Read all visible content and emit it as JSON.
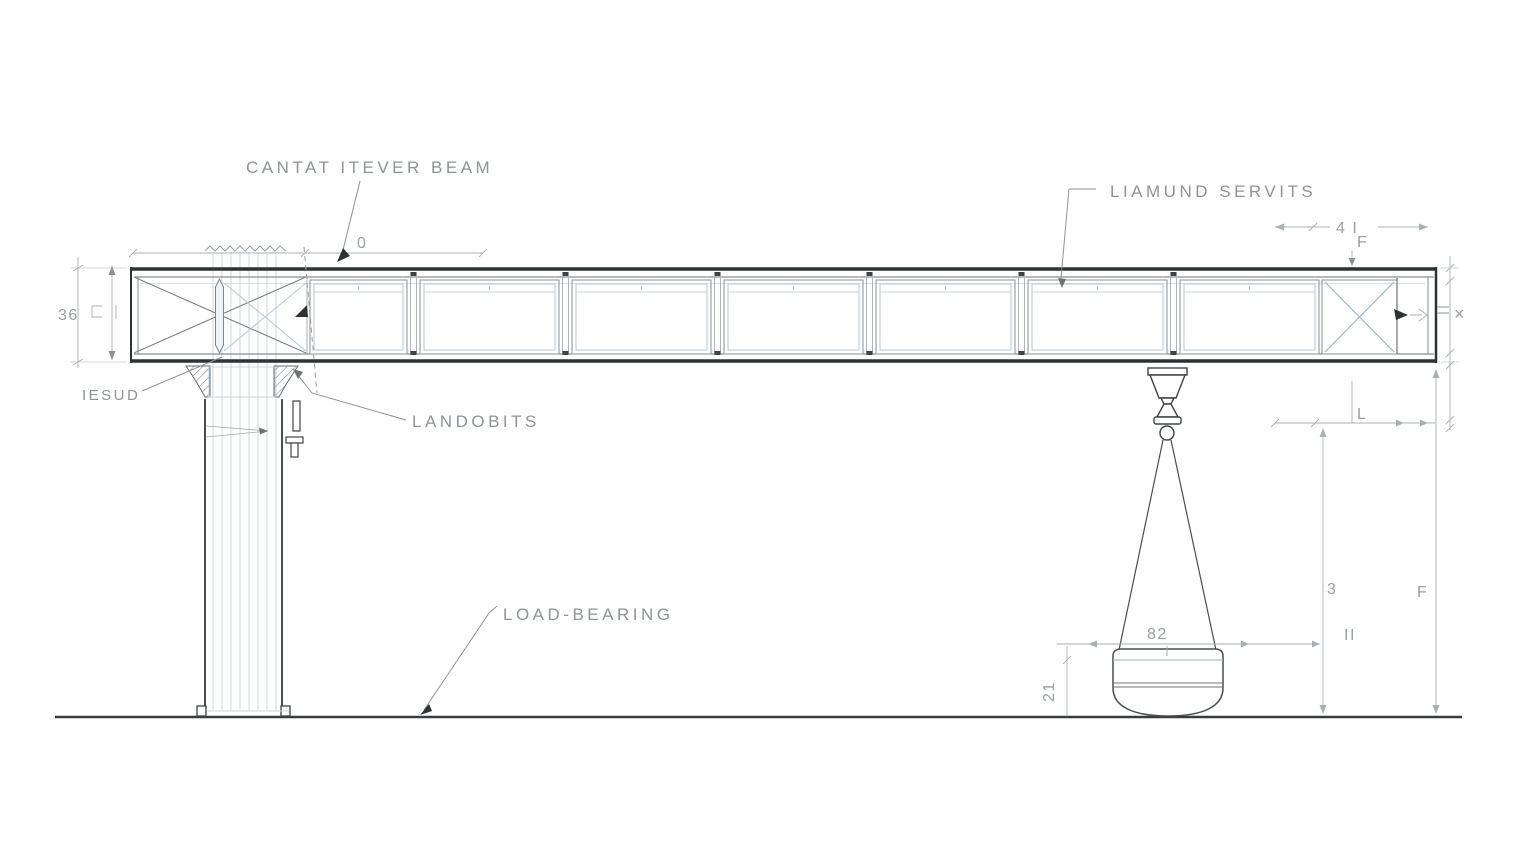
{
  "labels": {
    "beam": "CANTAT ITEVER BEAM",
    "hoist": "LIAMUND SERVITS",
    "connection": "LANDOBITS",
    "support": "IESUD",
    "ground": "LOAD-BEARING"
  },
  "dimensions": {
    "top_span": "0",
    "beam_depth": "36",
    "end_span": "4 I",
    "force_top": "F",
    "end_width": "×",
    "trolley_offset": "L",
    "clearance_mid": "3",
    "clearance_end": "F",
    "load_width": "82",
    "load_offset": "II",
    "load_height": "21"
  },
  "colors": {
    "line_dark": "#2f3234",
    "line_medium": "#6d7275",
    "line_structure": "#8a9094",
    "line_light_blue": "#b9c7d1",
    "dimension_line": "#aab0b3",
    "label_text": "#8f9498"
  }
}
